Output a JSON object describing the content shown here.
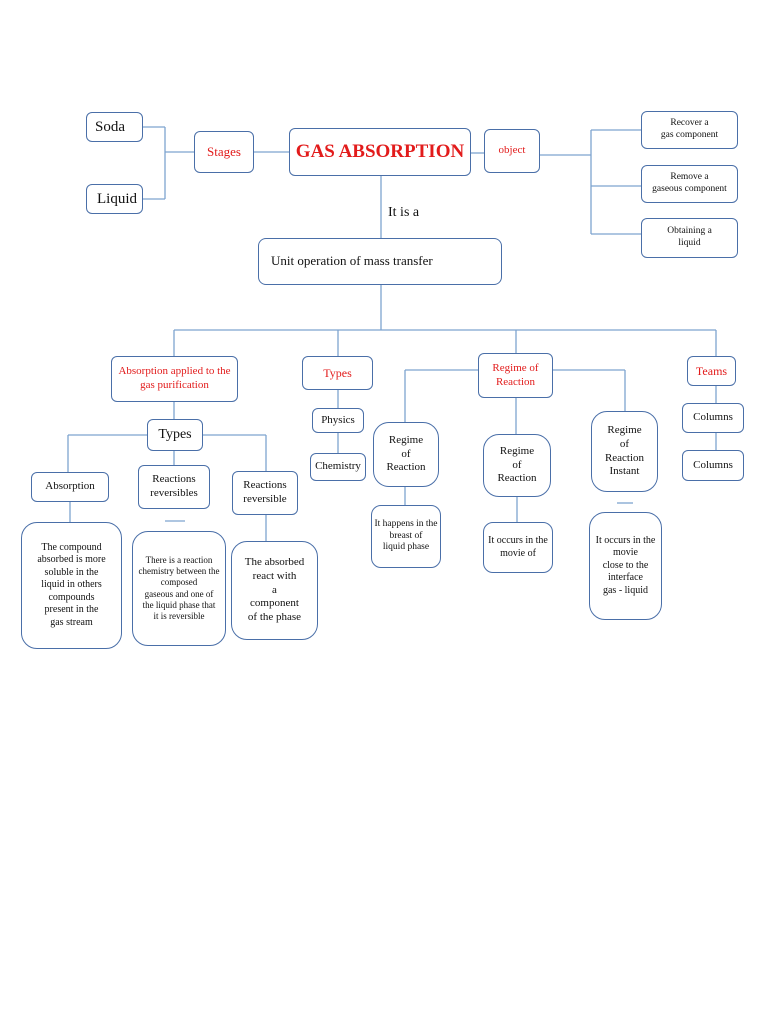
{
  "colors": {
    "accent_red": "#e21b1b",
    "line_blue": "#7ea3cf",
    "border_blue": "#4a6fa8"
  },
  "title": "GAS ABSORPTION",
  "stages": {
    "label": "Stages",
    "items": [
      "Soda",
      "Liquid"
    ]
  },
  "object": {
    "label": "object",
    "items": [
      "Recover a\ngas component",
      "Remove a\ngaseous component",
      "Obtaining a\nliquid"
    ]
  },
  "link_text": "It is a",
  "definition": "Unit operation of mass transfer",
  "absorption_applied": {
    "label": "Absorption applied to the\ngas purification",
    "types_label": "Types",
    "items": [
      {
        "title": "Absorption",
        "desc": "The compound\nabsorbed is more\nsoluble in the\nliquid in others\ncompounds\npresent in the\ngas stream"
      },
      {
        "title": "Reactions\nreversibles",
        "desc": "There is a reaction\nchemistry between the\ncomposed\ngaseous and one of\nthe liquid phase that\nit is reversible"
      },
      {
        "title": "Reactions\nreversible",
        "desc": "The absorbed\nreact with\na\ncomponent\nof the phase"
      }
    ]
  },
  "types": {
    "label": "Types",
    "items": [
      "Physics",
      "Chemistry"
    ]
  },
  "regime": {
    "label": "Regime of\nReaction",
    "items": [
      {
        "title": "Regime\nof\nReaction",
        "desc": "It happens in the\nbreast of\nliquid phase"
      },
      {
        "title": "Regime\nof\nReaction",
        "desc": "It occurs in the\nmovie of"
      },
      {
        "title": "Regime\nof\nReaction\nInstant",
        "desc": "It occurs in the\nmovie\nclose to the\ninterface\ngas - liquid"
      }
    ]
  },
  "teams": {
    "label": "Teams",
    "items": [
      "Columns",
      "Columns"
    ]
  }
}
